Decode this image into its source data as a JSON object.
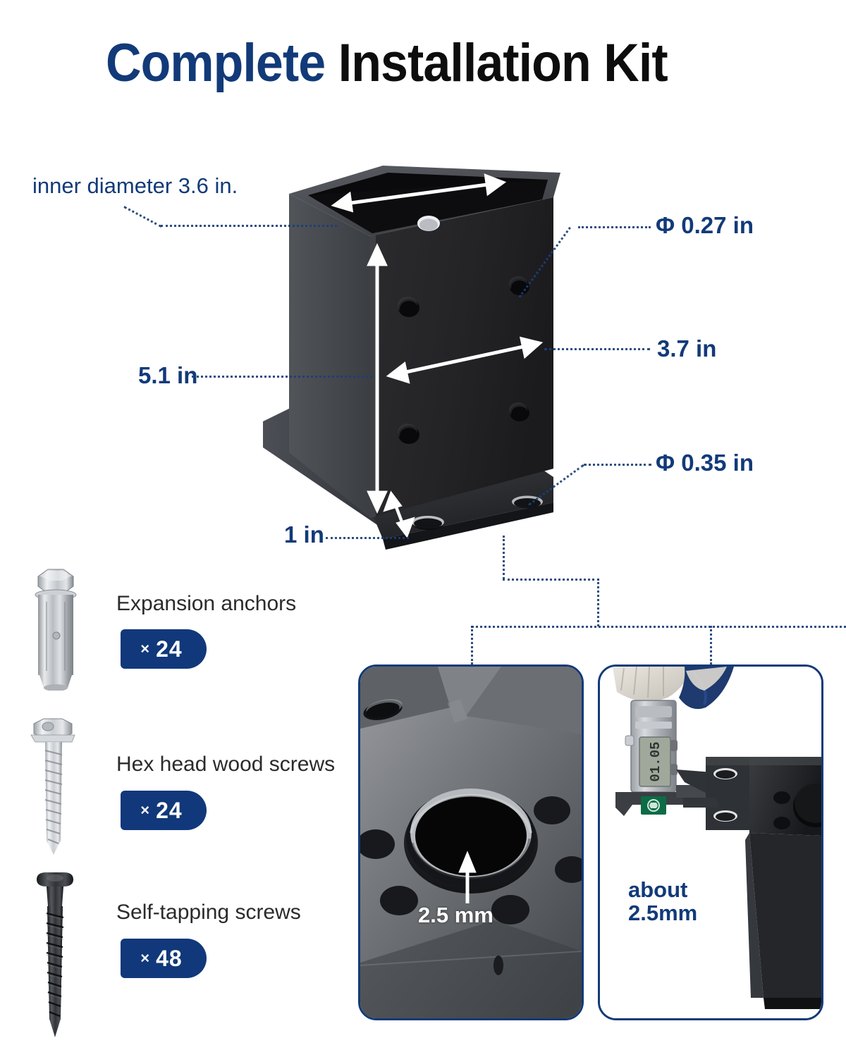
{
  "title": {
    "part_blue": "Complete",
    "part_black": " Installation Kit"
  },
  "colors": {
    "navy": "#123A79",
    "badge_navy": "#11387A",
    "label_gray": "#2b2b2b"
  },
  "callouts": [
    {
      "key": "inner_diameter",
      "text": "inner diameter 3.6 in."
    },
    {
      "key": "hole_small",
      "text": "Φ 0.27 in"
    },
    {
      "key": "width",
      "text": "3.7 in"
    },
    {
      "key": "height",
      "text": "5.1 in"
    },
    {
      "key": "hole_large",
      "text": "Φ 0.35 in"
    },
    {
      "key": "flange",
      "text": "1 in"
    }
  ],
  "dimensions": {
    "inner_diameter": "inner diameter 3.6 in.",
    "hole_small": "Φ 0.27 in",
    "width": "3.7 in",
    "height": "5.1 in",
    "hole_large": "Φ 0.35 in",
    "flange": "1 in"
  },
  "hardware": [
    {
      "name": "Expansion anchors",
      "count": "24",
      "multiplier": "×",
      "icon": "expansion-anchor"
    },
    {
      "name": "Hex head wood screws",
      "count": "24",
      "multiplier": "×",
      "icon": "hex-head-wood-screw"
    },
    {
      "name": "Self-tapping screws",
      "count": "48",
      "multiplier": "×",
      "icon": "self-tapping-screw"
    }
  ],
  "panels": [
    {
      "key": "thickness_closeup",
      "caption": "2.5 mm",
      "caption_style": "white-overlay"
    },
    {
      "key": "caliper_measure",
      "caption": "about\n2.5mm",
      "caption_style": "navy"
    }
  ]
}
